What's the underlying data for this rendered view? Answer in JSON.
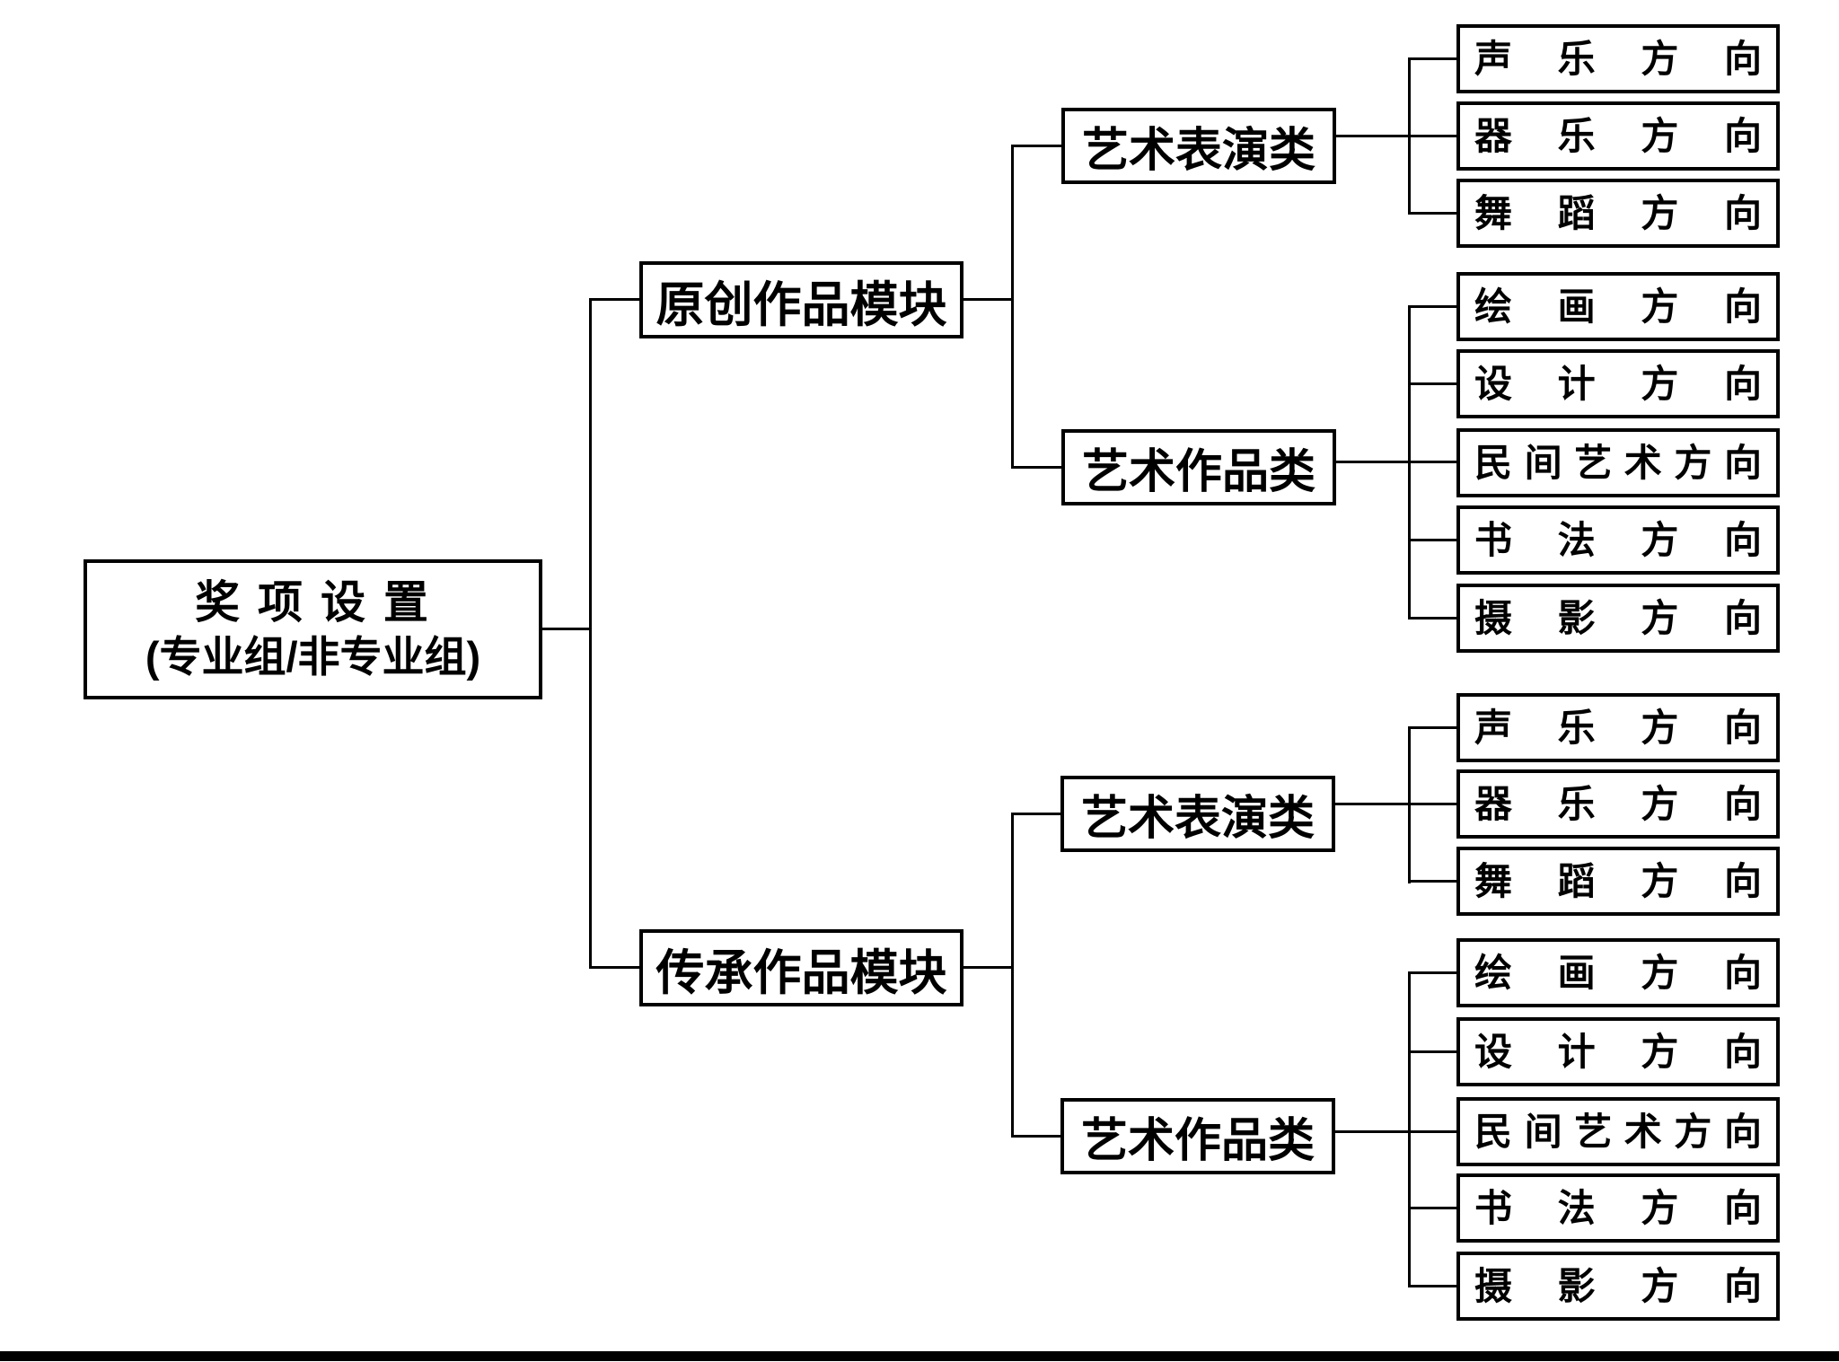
{
  "colors": {
    "line": "#000000",
    "background": "#ffffff",
    "text": "#000000"
  },
  "tree": {
    "root": {
      "line1": "奖 项 设 置",
      "line2": "(专业组/非专业组)"
    },
    "modules": [
      {
        "label": "原创作品模块",
        "categories": [
          {
            "label": "艺术表演类",
            "leaves": [
              "声 乐 方 向",
              "器 乐 方 向",
              "舞 蹈 方 向"
            ]
          },
          {
            "label": "艺术作品类",
            "leaves": [
              "绘 画 方 向",
              "设 计 方 向",
              "民 间 艺 术 方 向",
              "书 法 方 向",
              "摄 影 方 向"
            ]
          }
        ]
      },
      {
        "label": "传承作品模块",
        "categories": [
          {
            "label": "艺术表演类",
            "leaves": [
              "声 乐 方 向",
              "器 乐 方 向",
              "舞 蹈 方 向"
            ]
          },
          {
            "label": "艺术作品类",
            "leaves": [
              "绘 画 方 向",
              "设 计 方 向",
              "民 间 艺 术 方 向",
              "书 法 方 向",
              "摄 影 方 向"
            ]
          }
        ]
      }
    ]
  }
}
